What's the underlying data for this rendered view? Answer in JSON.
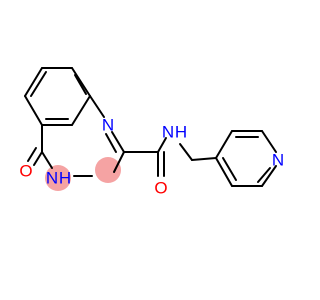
{
  "colors": {
    "background": "#ffffff",
    "bond": "#000000",
    "nitrogen": "#0000ff",
    "oxygen": "#ff0000",
    "highlight": "#f5a3a3"
  },
  "atoms": {
    "n1": "N",
    "n3": "N",
    "h3": "H",
    "o4": "O",
    "amide_o": "O",
    "amide_n": "N",
    "amide_h": "H",
    "pyridine_n": "N"
  }
}
